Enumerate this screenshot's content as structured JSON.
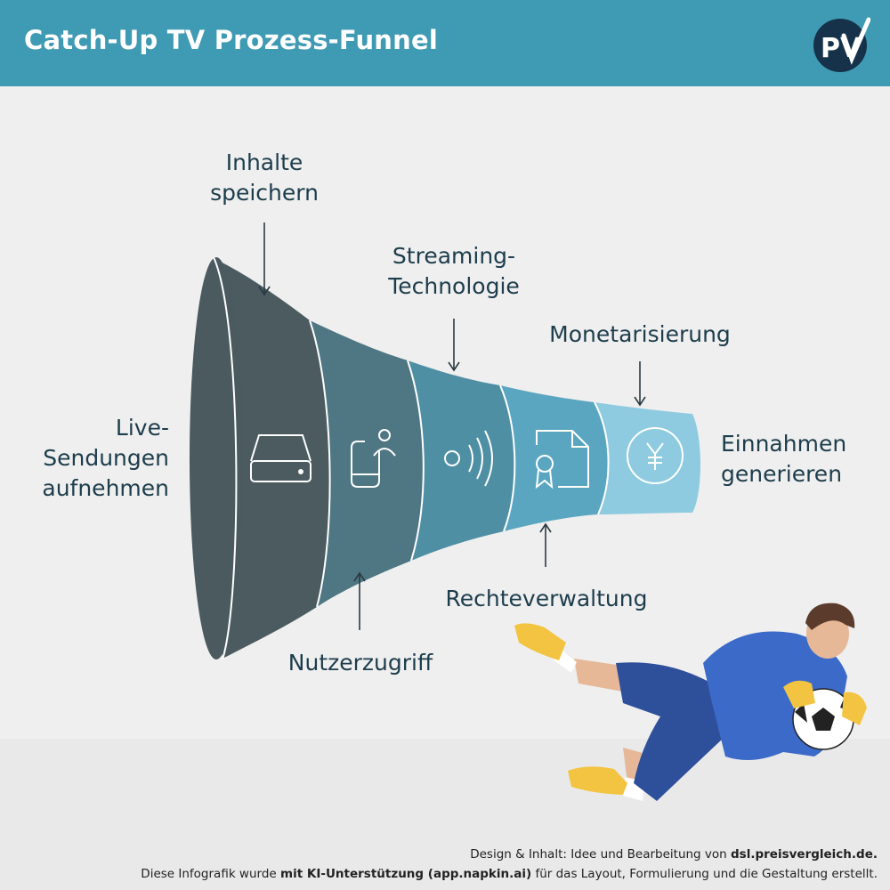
{
  "header": {
    "title": "Catch-Up TV Prozess-Funnel",
    "logo_text": "PV"
  },
  "colors": {
    "header_bg": "#3f9ab3",
    "stage_1": "#4b5b60",
    "stage_2": "#4e7783",
    "stage_3": "#4f8fa3",
    "stage_4": "#5aa6c1",
    "stage_5": "#8ecbe0"
  },
  "funnel": {
    "start_label": [
      "Live-",
      "Sendungen",
      "aufnehmen"
    ],
    "end_label": [
      "Einnahmen",
      "generieren"
    ],
    "stages": [
      {
        "label": [
          "Inhalte",
          "speichern"
        ],
        "icon": "storage-drive-icon"
      },
      {
        "label": [
          "Nutzerzugriff"
        ],
        "icon": "mobile-user-icon"
      },
      {
        "label": [
          "Streaming-",
          "Technologie"
        ],
        "icon": "streaming-signal-icon"
      },
      {
        "label": [
          "Rechteverwaltung"
        ],
        "icon": "certificate-document-icon"
      },
      {
        "label": [
          "Monetarisierung"
        ],
        "icon": "yen-coin-icon"
      }
    ]
  },
  "illustration": {
    "icon": "goalkeeper-diving-icon"
  },
  "footer": {
    "line1_prefix": "Design & Inhalt: Idee und Bearbeitung von ",
    "line1_bold": "dsl.preisvergleich.de.",
    "line2_prefix": "Diese Infografik wurde ",
    "line2_bold": "mit KI-Unterstützung (app.napkin.ai)",
    "line2_suffix": " für das Layout, Formulierung und die Gestaltung erstellt."
  }
}
